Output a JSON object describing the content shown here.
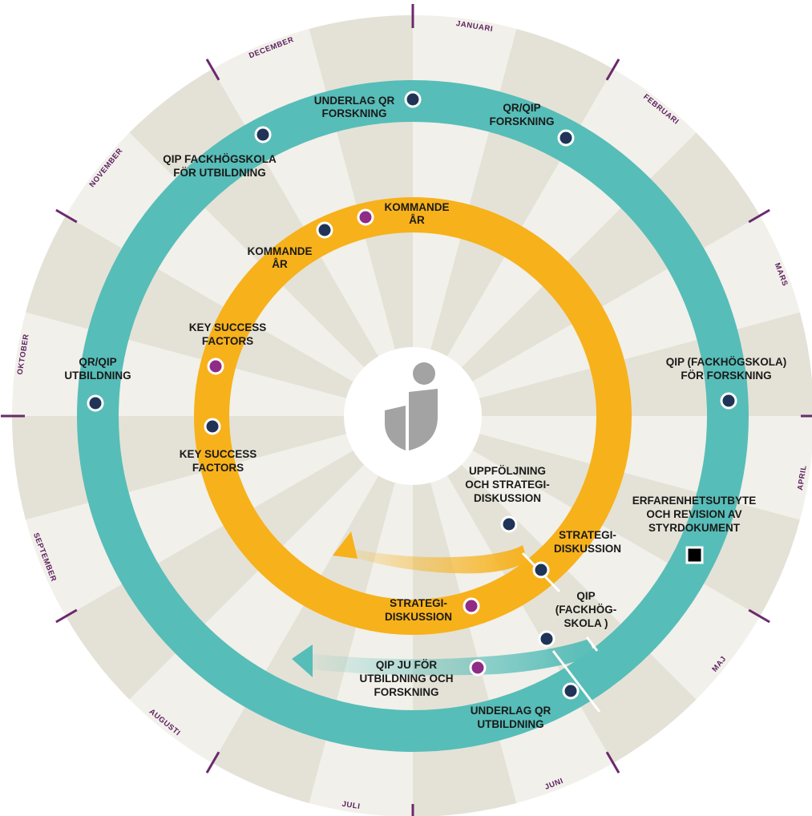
{
  "colors": {
    "ring_teal": "#57bdb8",
    "ring_orange": "#f7b11a",
    "sector_dark": "#e4e2d6",
    "sector_light": "#f1f0ea",
    "tick": "#6a2a6c",
    "month_text": "#5c1f5e",
    "dot_navy": "#1f3457",
    "dot_purple": "#8e2c86",
    "logo_grey": "#a3a3a3"
  },
  "logo": {
    "icon": "ji-logo-icon"
  },
  "months": [
    "JANUARI",
    "FEBRUARI",
    "MARS",
    "APRIL",
    "MAJ",
    "JUNI",
    "JULI",
    "AUGUSTI",
    "SEPTEMBER",
    "OKTOBER",
    "NOVEMBER",
    "DECEMBER"
  ],
  "labels": {
    "underlag_qr_forskning": [
      "UNDERLAG QR",
      "FORSKNING"
    ],
    "qr_qip_forskning": [
      "QR/QIP",
      "FORSKNING"
    ],
    "qip_fackhogskola_utbildning": [
      "QIP FACKHÖGSKOLA",
      "FÖR UTBILDNING"
    ],
    "kommande_ar_1": [
      "KOMMANDE",
      "ÅR"
    ],
    "kommande_ar_2": [
      "KOMMANDE",
      "ÅR"
    ],
    "key_success_factors_1": [
      "KEY SUCCESS",
      "FACTORS"
    ],
    "key_success_factors_2": [
      "KEY SUCCESS",
      "FACTORS"
    ],
    "qr_qip_utbildning": [
      "QR/QIP",
      "UTBILDNING"
    ],
    "qip_fackhogskola_forskning": [
      "QIP (FACKHÖGSKOLA)",
      "FÖR FORSKNING"
    ],
    "uppfoljning_strategi": [
      "UPPFÖLJNING",
      "OCH STRATEGI-",
      "DISKUSSION"
    ],
    "strategi_diskussion_1": [
      "STRATEGI-",
      "DISKUSSION"
    ],
    "strategi_diskussion_2": [
      "STRATEGI-",
      "DISKUSSION"
    ],
    "erfarenhetsutbyte": [
      "ERFARENHETSUTBYTE",
      "OCH REVISION AV",
      "STYRDOKUMENT"
    ],
    "qip_fackhogskola_short": [
      "QIP",
      "(FACKHÖG-",
      "SKOLA )"
    ],
    "qip_ju": [
      "QIP JU FÖR",
      "UTBILDNING OCH",
      "FORSKNING"
    ],
    "underlag_qr_utbildning": [
      "UNDERLAG QR",
      "UTBILDNING"
    ]
  }
}
